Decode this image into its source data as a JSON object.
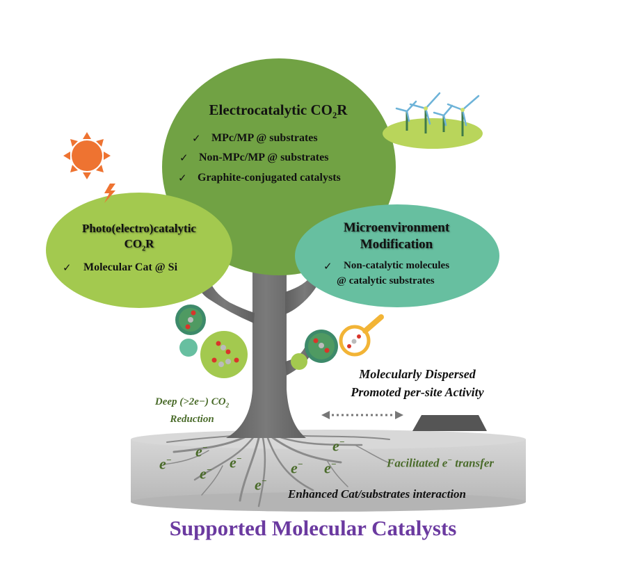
{
  "figure": {
    "electro": {
      "title": "Electrocatalytic CO",
      "title_sub": "2",
      "title_tail": "R",
      "items": [
        "MPc/MP @ substrates",
        "Non-MPc/MP @ substrates",
        "Graphite-conjugated catalysts"
      ]
    },
    "photo": {
      "title_line1": "Photo(electro)catalytic",
      "title_line2": "CO",
      "title_sub": "2",
      "title_tail": "R",
      "items": [
        "Molecular Cat @ Si"
      ]
    },
    "micro": {
      "title_line1": "Microenvironment",
      "title_line2": "Modification",
      "item_line1": "Non-catalytic molecules",
      "item_line2": "@ catalytic substrates"
    },
    "check_mark": "✓",
    "deep_reduction": {
      "line1": "Deep (>2e−) CO",
      "sub": "2",
      "line2": "Reduction"
    },
    "dispersed": {
      "line1": "Molecularly Dispersed",
      "line2": "Promoted per-site Activity"
    },
    "electron": {
      "base": "e",
      "sign": "−"
    },
    "transfer": {
      "text": "Facilitated e",
      "sign": "−",
      "tail": " transfer"
    },
    "interaction": "Enhanced Cat/substrates interaction",
    "main_title": "Supported Molecular Catalysts",
    "colors": {
      "electro_crown": "#71a244",
      "photo_crown": "#a3c94f",
      "micro_crown": "#67bfa0",
      "trunk": "#6e6e6e",
      "ground": "#c6c6c6",
      "sun": "#ee7331",
      "title": "#6b3aa0",
      "italic_green": "#4a6b2a"
    }
  }
}
